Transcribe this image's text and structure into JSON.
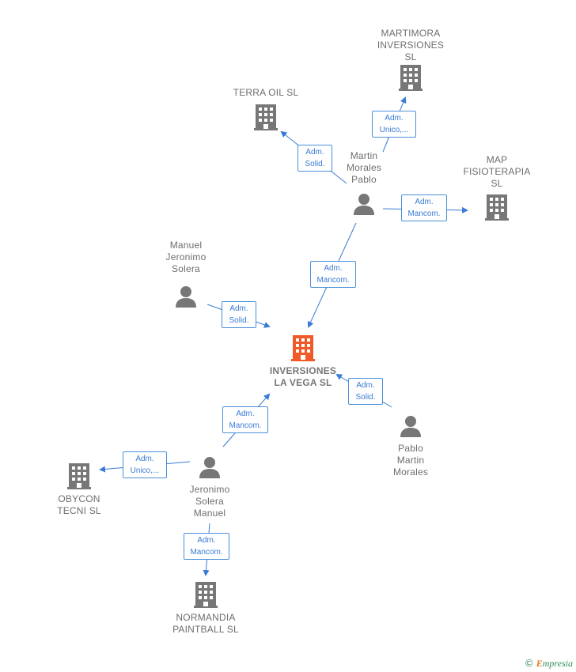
{
  "colors": {
    "edge": "#3a7bd5",
    "node_gray": "#6e6e6e",
    "center_company": "#f05a28"
  },
  "nodes": {
    "martimora": {
      "label": "MARTIMORA\nINVERSIONES\nSL",
      "type": "company"
    },
    "terra_oil": {
      "label": "TERRA OIL  SL",
      "type": "company"
    },
    "map_fisio": {
      "label": "MAP\nFISIOTERAPIA\nSL",
      "type": "company"
    },
    "martin_morales_pablo": {
      "label": "Martin\nMorales\nPablo",
      "type": "person"
    },
    "manuel_jeronimo": {
      "label": "Manuel\nJeronimo\nSolera",
      "type": "person"
    },
    "inversiones_vega": {
      "label": "INVERSIONES\nLA VEGA  SL",
      "type": "company-center"
    },
    "pablo_martin": {
      "label": "Pablo\nMartin\nMorales",
      "type": "person"
    },
    "jeronimo_solera": {
      "label": "Jeronimo\nSolera\nManuel",
      "type": "person"
    },
    "obycon": {
      "label": "OBYCON\nTECNI  SL",
      "type": "company"
    },
    "normandia": {
      "label": "NORMANDIA\nPAINTBALL SL",
      "type": "company"
    }
  },
  "edges": [
    {
      "label": "Adm.\nUnico,...",
      "from": "martin_morales_pablo",
      "to": "martimora"
    },
    {
      "label": "Adm.\nSolid.",
      "from": "martin_morales_pablo",
      "to": "terra_oil"
    },
    {
      "label": "Adm.\nMancom.",
      "from": "martin_morales_pablo",
      "to": "map_fisio"
    },
    {
      "label": "Adm.\nMancom.",
      "from": "martin_morales_pablo",
      "to": "inversiones_vega"
    },
    {
      "label": "Adm.\nSolid.",
      "from": "manuel_jeronimo",
      "to": "inversiones_vega"
    },
    {
      "label": "Adm.\nSolid.",
      "from": "pablo_martin",
      "to": "inversiones_vega"
    },
    {
      "label": "Adm.\nMancom.",
      "from": "jeronimo_solera",
      "to": "inversiones_vega"
    },
    {
      "label": "Adm.\nUnico,...",
      "from": "jeronimo_solera",
      "to": "obycon"
    },
    {
      "label": "Adm.\nMancom.",
      "from": "jeronimo_solera",
      "to": "normandia"
    }
  ],
  "brand": {
    "copyright": "©",
    "first": "E",
    "rest": "mpresia"
  }
}
